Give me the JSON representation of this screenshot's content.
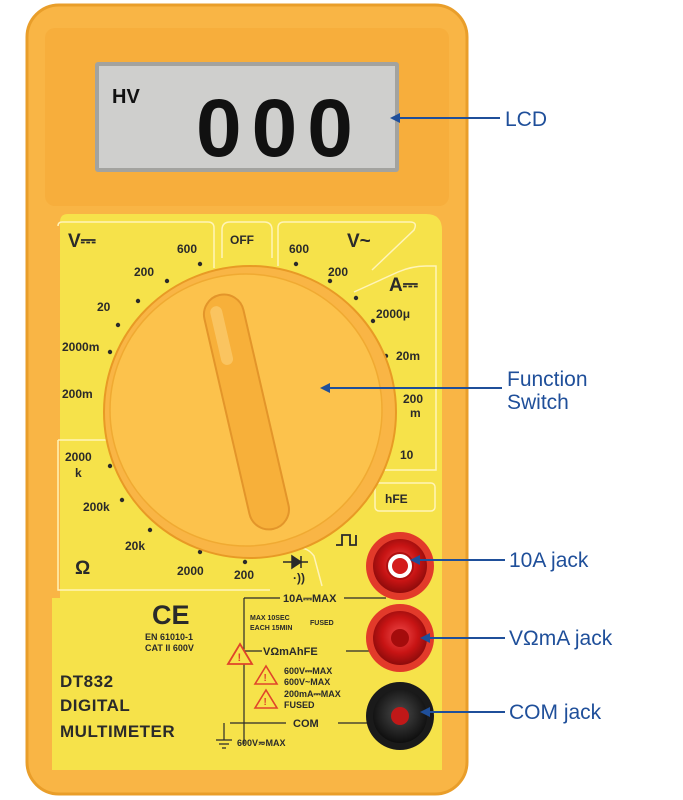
{
  "colors": {
    "case": "#f9b545",
    "case_edge": "#e99e2a",
    "panel": "#f6e24a",
    "lcd": "#cfcfcd",
    "knob": "#fcc24c",
    "jack_red": "#d41c1c",
    "jack_black": "#1a1a1a",
    "callout": "#1f4f9a"
  },
  "lcd": {
    "indicator": "HV",
    "digits": "000"
  },
  "dial": {
    "off_label": "OFF",
    "dcv": {
      "title": "V⎓",
      "ranges": [
        "600",
        "200",
        "20",
        "2000m",
        "200m"
      ]
    },
    "acv": {
      "title": "V~",
      "ranges": [
        "600",
        "200"
      ]
    },
    "dca": {
      "title": "A⎓",
      "ranges": [
        "2000μ",
        "20m",
        "200m",
        "10"
      ],
      "unit_m": "m",
      "range_200": "200"
    },
    "hfe": "hFE",
    "ohm": {
      "title": "Ω",
      "ranges": [
        "2000k",
        "200k",
        "20k",
        "2000",
        "200"
      ],
      "unit_k": "k",
      "range_2000": "2000"
    },
    "square_wave": "⎍",
    "diode_continuity": "→|·))"
  },
  "jacks": {
    "10a_spec": "10A⎓MAX",
    "max10sec": "MAX 10SEC",
    "each15min": "EACH 15MIN",
    "fused1": "FUSED",
    "vma_label": "VΩmAhFE",
    "vma_specs": [
      "600V⎓MAX",
      "600V~MAX",
      "200mA⎓MAX",
      "FUSED"
    ],
    "com_label": "COM",
    "ground_spec": "600V≂MAX"
  },
  "brand": {
    "ce": "CE",
    "standard": "EN 61010-1",
    "category": "CAT II 600V",
    "model": "DT832",
    "line1": "DIGITAL",
    "line2": "MULTIMETER"
  },
  "callouts": {
    "lcd": "LCD",
    "function": [
      "Function",
      "Switch"
    ],
    "jack_10a": "10A jack",
    "jack_vma": "VΩmA jack",
    "jack_com": "COM jack"
  }
}
